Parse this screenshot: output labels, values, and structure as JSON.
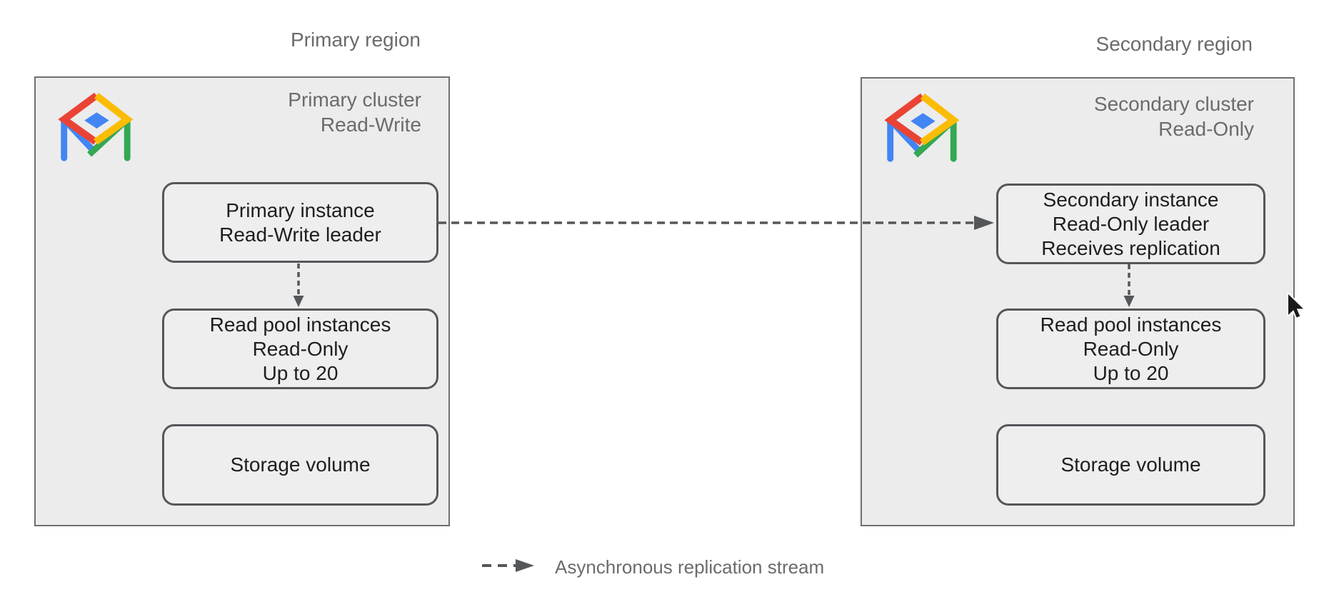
{
  "colors": {
    "canvas_bg": "#ffffff",
    "region_fill": "#ececec",
    "region_border": "#6f6f6f",
    "node_fill": "#eeeeee",
    "node_border": "#54575a",
    "node_text": "#1e1e1e",
    "label_gray": "#6b6b6b",
    "arrow": "#54575a",
    "logo_red": "#EA4335",
    "logo_yellow": "#FBBC04",
    "logo_green": "#34A853",
    "logo_blue": "#4285F4",
    "cursor_fill": "#1a1a1a"
  },
  "primary": {
    "region_label": "Primary region",
    "cluster_title": [
      "Primary cluster",
      "Read-Write"
    ],
    "nodes": [
      {
        "lines": [
          "Primary instance",
          "Read-Write leader"
        ]
      },
      {
        "lines": [
          "Read pool instances",
          "Read-Only",
          "Up to 20"
        ]
      },
      {
        "lines": [
          "Storage volume"
        ]
      }
    ]
  },
  "secondary": {
    "region_label": "Secondary region",
    "cluster_title": [
      "Secondary cluster",
      "Read-Only"
    ],
    "nodes": [
      {
        "lines": [
          "Secondary instance",
          "Read-Only leader",
          "Receives replication"
        ]
      },
      {
        "lines": [
          "Read pool instances",
          "Read-Only",
          "Up to 20"
        ]
      },
      {
        "lines": [
          "Storage volume"
        ]
      }
    ]
  },
  "legend": {
    "label": "Asynchronous replication stream"
  },
  "icons": {
    "cluster_logo": "alloydb-logo",
    "pointer": "mouse-cursor"
  }
}
